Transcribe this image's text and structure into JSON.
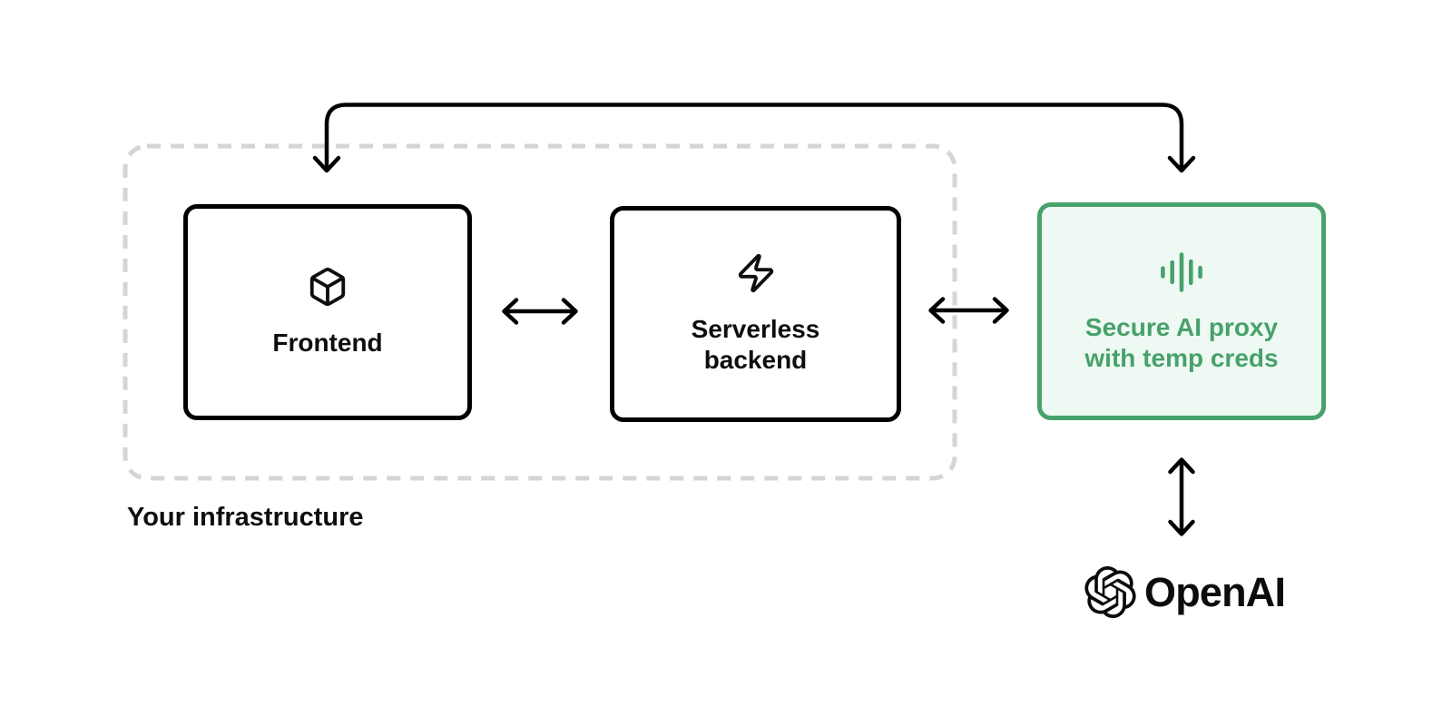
{
  "infrastructure": {
    "label": "Your infrastructure",
    "nodes": [
      {
        "id": "frontend",
        "label": "Frontend",
        "icon": "box-icon"
      },
      {
        "id": "serverless-backend",
        "label": "Serverless backend",
        "icon": "zap-icon"
      }
    ]
  },
  "proxy": {
    "id": "secure-ai-proxy",
    "label": "Secure AI proxy with temp creds",
    "icon": "audio-waveform-icon"
  },
  "openai": {
    "label": "OpenAI",
    "icon": "openai-logo-icon"
  },
  "connections": [
    {
      "from": "frontend",
      "to": "serverless-backend",
      "style": "double-headed-horizontal"
    },
    {
      "from": "serverless-backend",
      "to": "secure-ai-proxy",
      "style": "double-headed-horizontal"
    },
    {
      "from": "frontend",
      "to": "secure-ai-proxy",
      "style": "top-routed-both-ends-down"
    },
    {
      "from": "secure-ai-proxy",
      "to": "openai",
      "style": "double-headed-vertical"
    }
  ],
  "colors": {
    "background": "#ffffff",
    "line_black": "#000000",
    "text_black": "#0e0e0e",
    "dash_gray": "#d5d5d5",
    "accent_green": "#47a16b",
    "accent_green_fill": "#eff9f3"
  }
}
